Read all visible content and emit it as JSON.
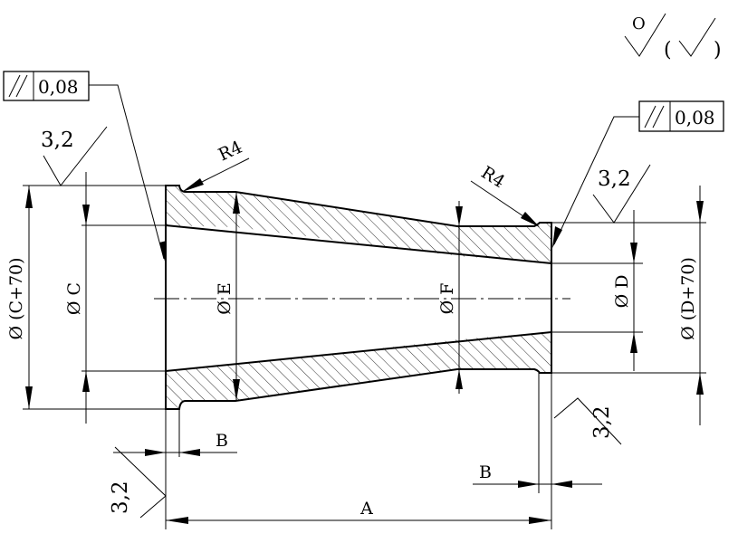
{
  "labels": {
    "dim_phi_c_plus_70": "Ø (C+70)",
    "dim_phi_c": "Ø C",
    "dim_phi_e": "Ø E",
    "dim_phi_f": "Ø F",
    "dim_phi_d": "Ø D",
    "dim_phi_d_plus_70": "Ø (D+70)",
    "dim_a": "A",
    "dim_b_left": "B",
    "dim_b_right": "B",
    "radius_left": "R4",
    "radius_right": "R4"
  },
  "roughness": {
    "left_face": "3,2",
    "outer_left": "3,2",
    "outer_right": "3,2",
    "right_face": "3,2",
    "general_symbol_value": "O",
    "paren_open": "(",
    "paren_close": ")"
  },
  "tolerance_frames": {
    "left": {
      "symbol": "//",
      "value": "0,08"
    },
    "right": {
      "symbol": "//",
      "value": "0,08"
    }
  }
}
